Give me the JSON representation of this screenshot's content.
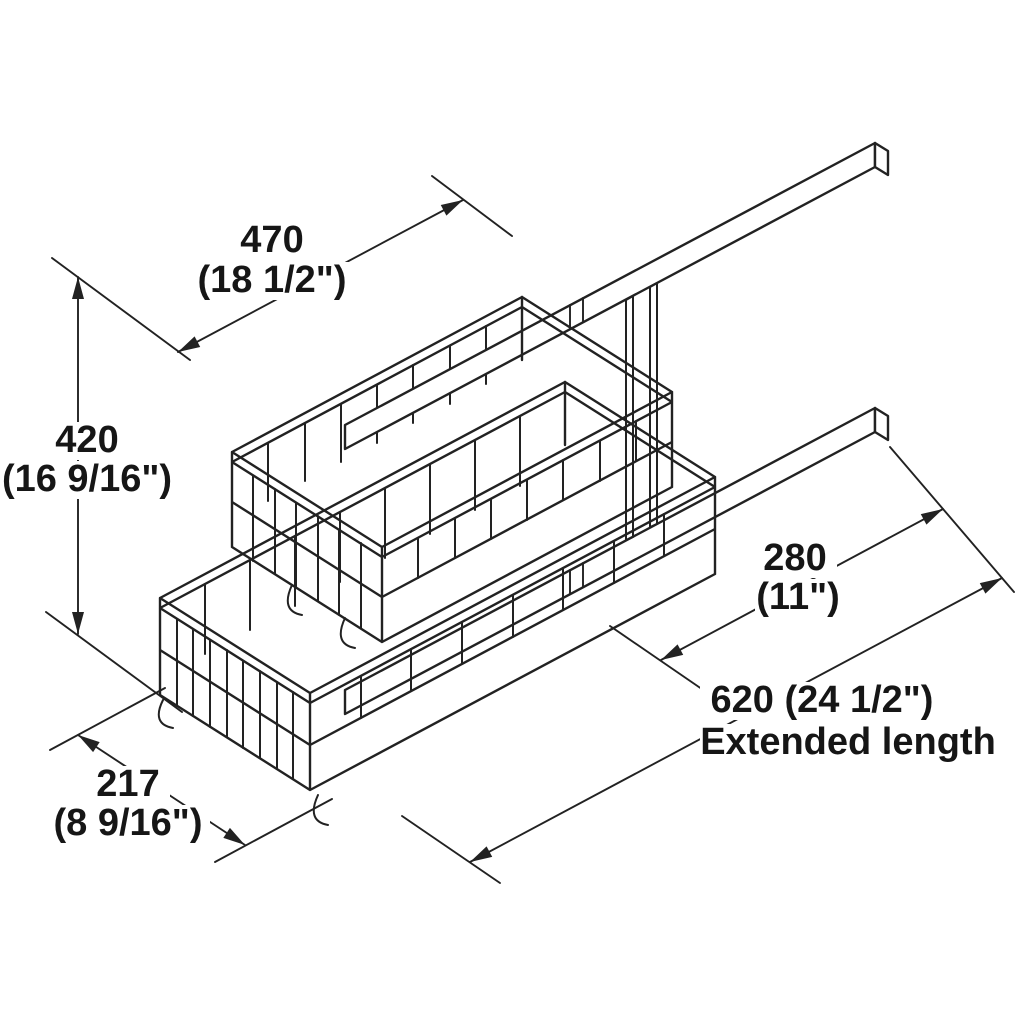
{
  "diagram": {
    "title": "Two-tier pull-out wire basket with telescopic slides — dimensioned line drawing",
    "type": "isometric-technical-drawing",
    "line_color": "#222222",
    "background_color": "#ffffff",
    "dimensions": {
      "length_470": {
        "metric": "470",
        "imperial": "(18 1/2\")"
      },
      "height_420": {
        "metric": "420",
        "imperial": "(16 9/16\")"
      },
      "extension_280": {
        "metric": "280",
        "imperial": "(11\")"
      },
      "extended_620": {
        "value": "620 (24 1/2\")",
        "caption": "Extended length"
      },
      "width_217": {
        "metric": "217",
        "imperial": "(8 9/16\")"
      }
    }
  }
}
